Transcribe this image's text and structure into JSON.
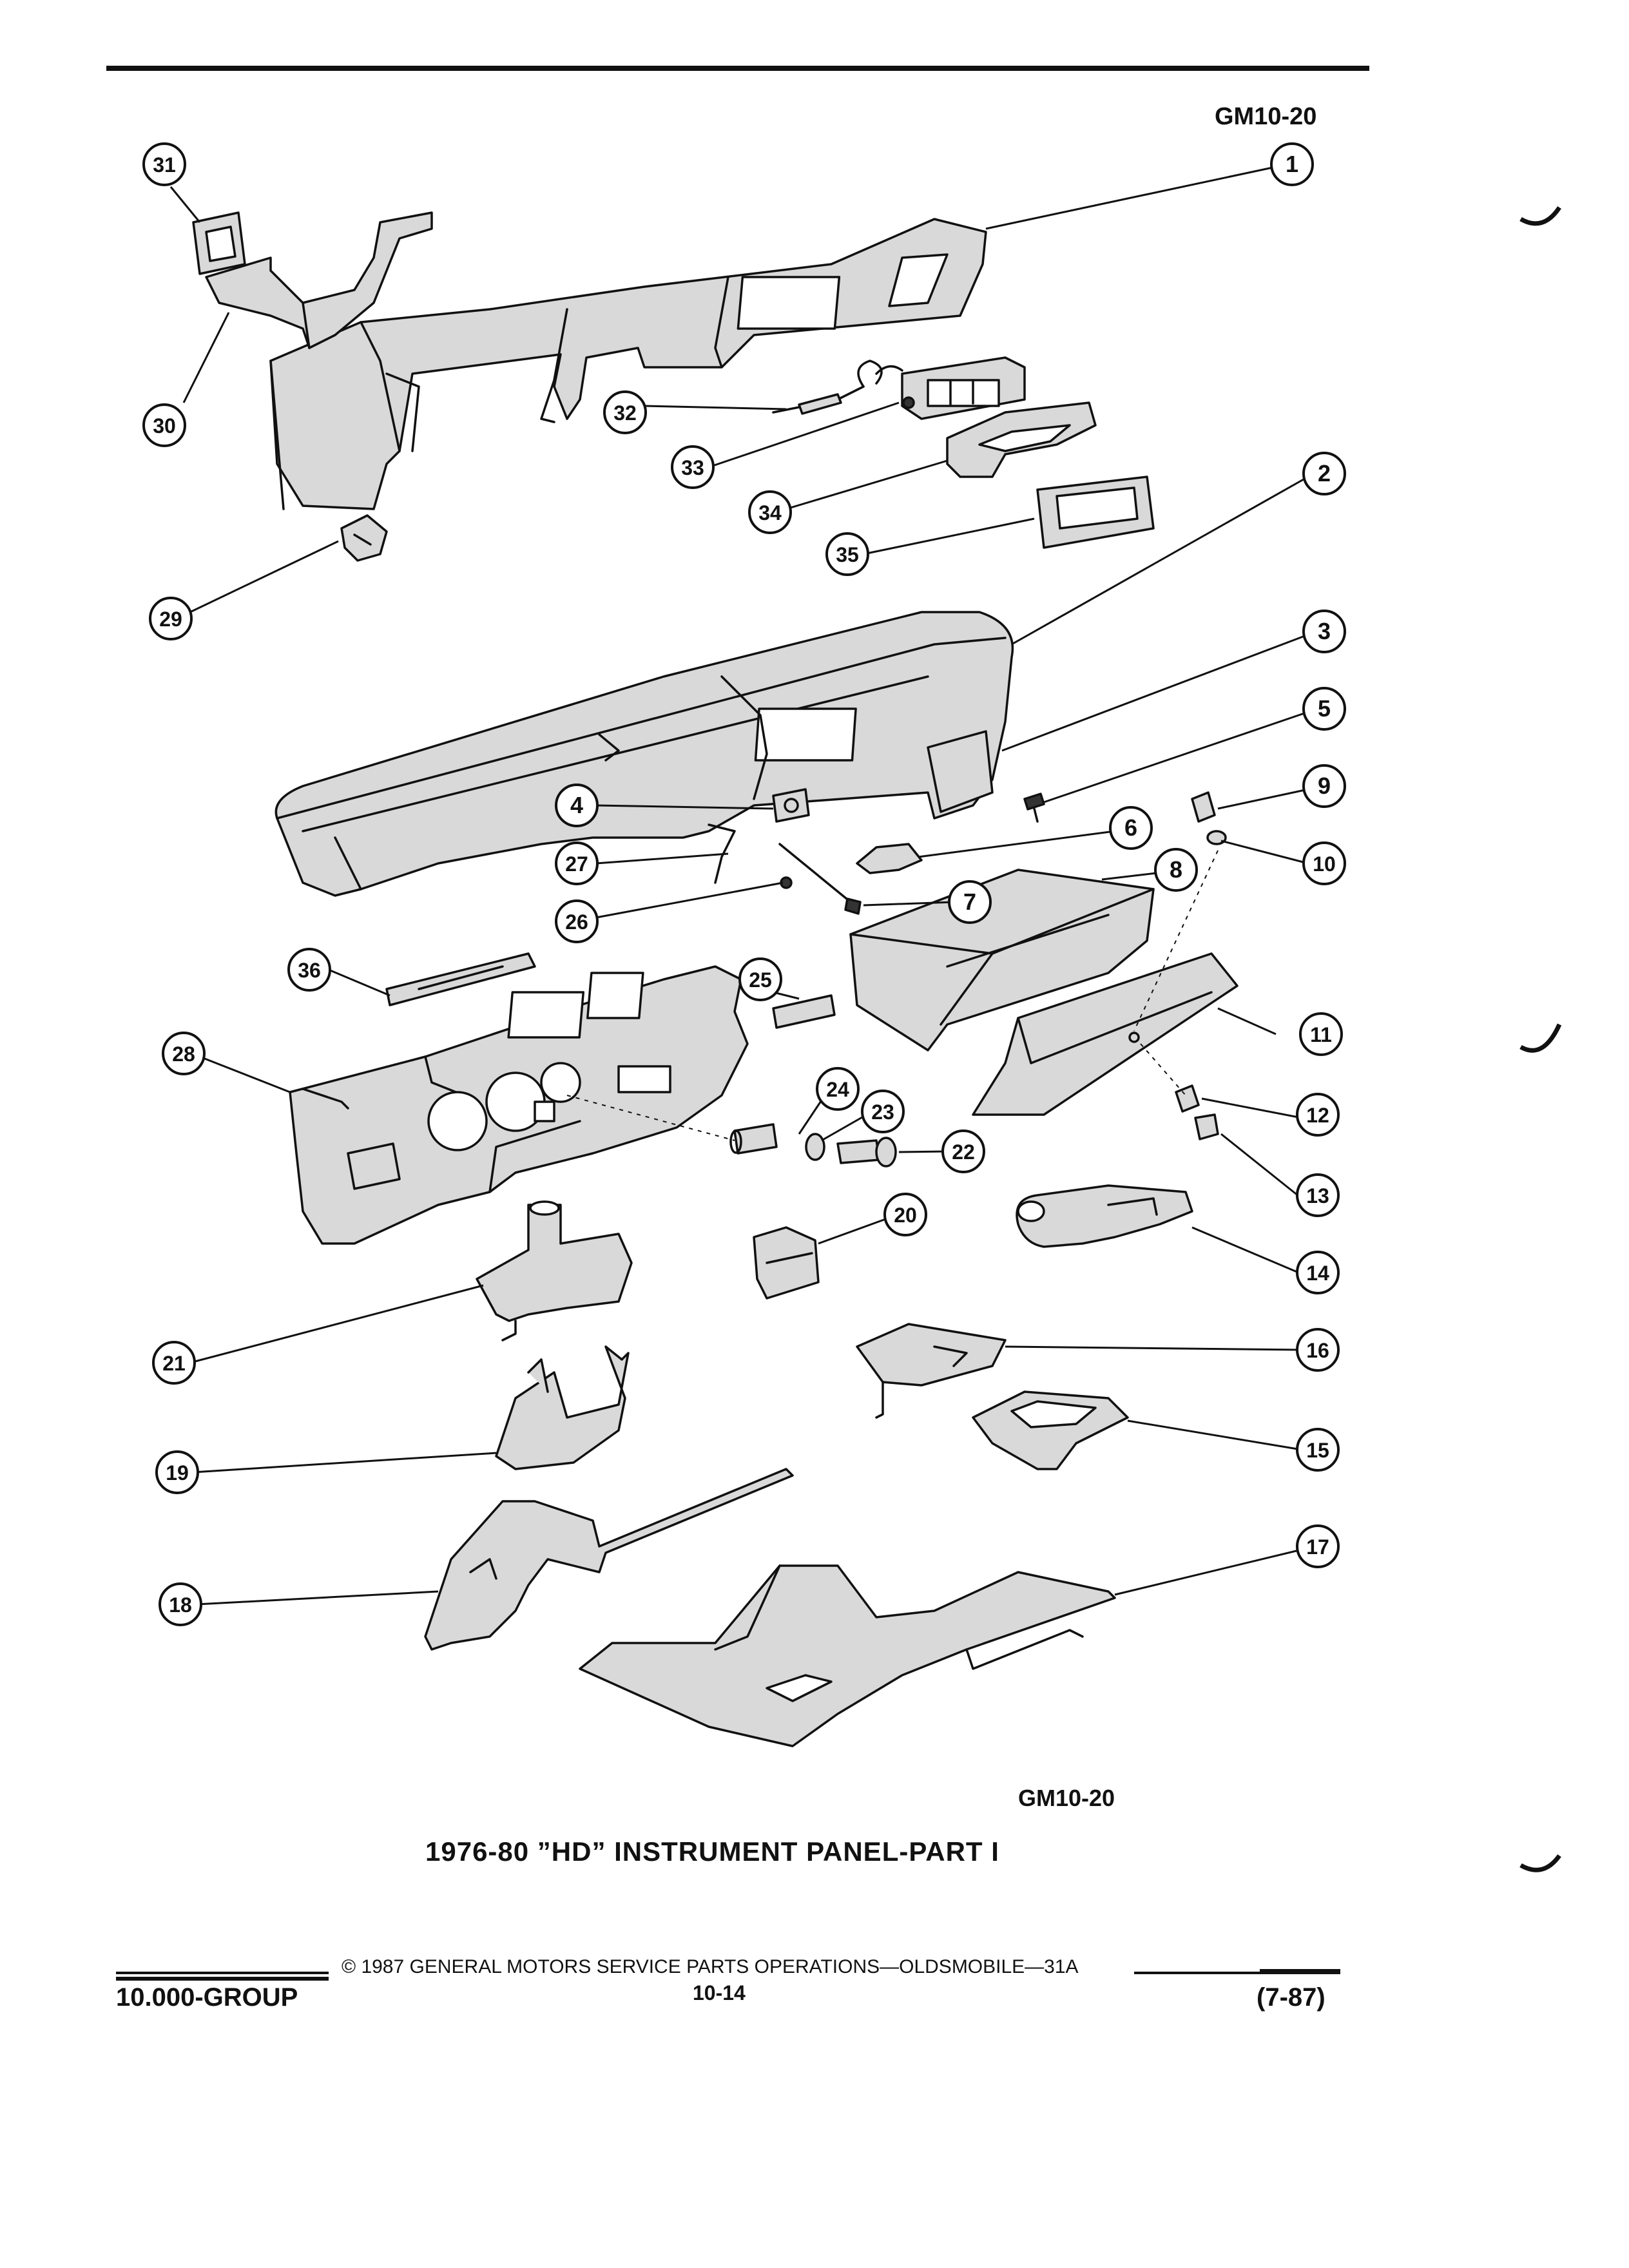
{
  "header": {
    "figure_code": "GM10-20"
  },
  "figure": {
    "code": "GM10-20",
    "title": "1976-80 ”HD” INSTRUMENT PANEL-PART I"
  },
  "footer": {
    "copyright": "©  1987  GENERAL MOTORS SERVICE PARTS OPERATIONS—OLDSMOBILE—31A",
    "group": "10.000-GROUP",
    "page": "10-14",
    "revision": "(7-87)"
  },
  "callouts": [
    "1",
    "2",
    "3",
    "4",
    "5",
    "6",
    "7",
    "8",
    "9",
    "10",
    "11",
    "12",
    "13",
    "14",
    "15",
    "16",
    "17",
    "18",
    "19",
    "20",
    "21",
    "22",
    "23",
    "24",
    "25",
    "26",
    "27",
    "28",
    "29",
    "30",
    "31",
    "32",
    "33",
    "34",
    "35",
    "36"
  ],
  "icons": [
    "binder-hole-mark-icon"
  ],
  "colors": {
    "ink": "#111111",
    "paper": "#ffffff"
  }
}
